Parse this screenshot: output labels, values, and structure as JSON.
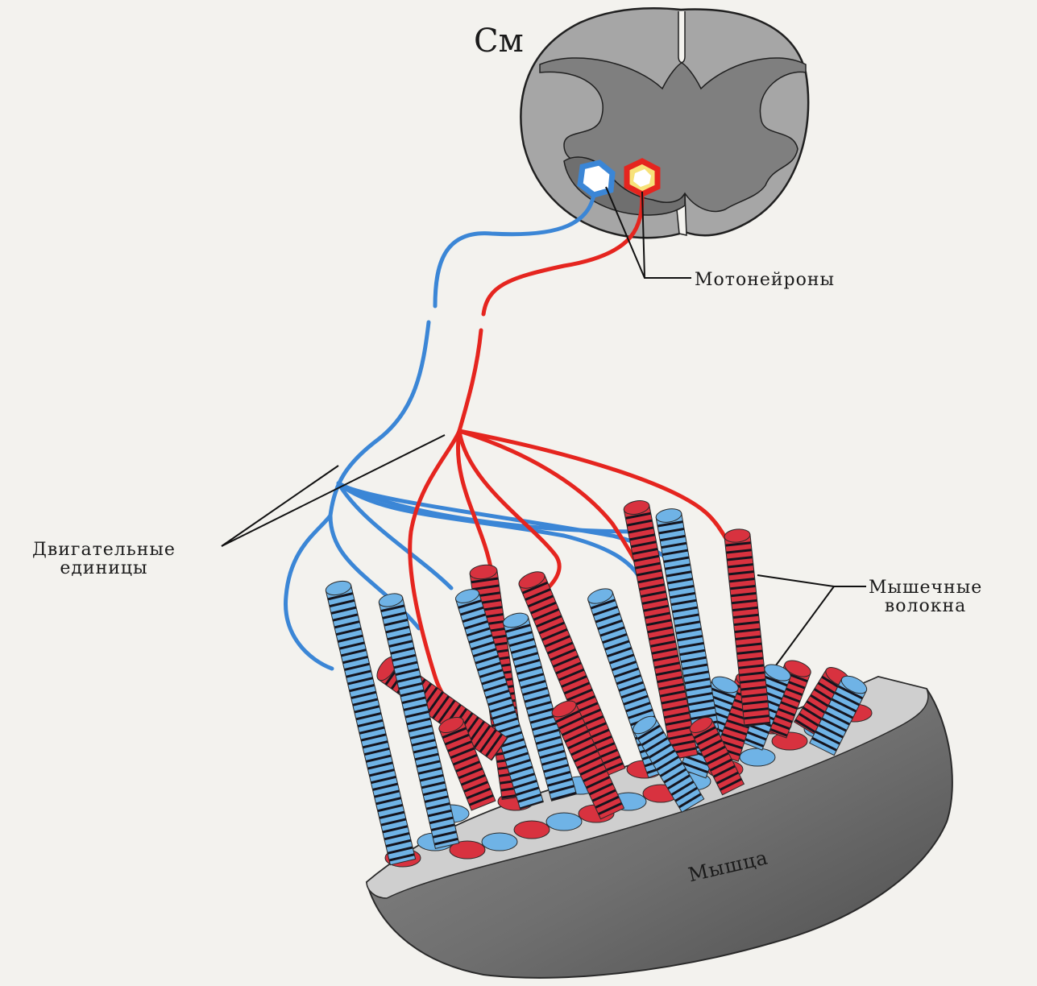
{
  "labels": {
    "spinal_cord": "См",
    "motoneurons": "Мотонейроны",
    "motor_units_line1": "Двигательные",
    "motor_units_line2": "единицы",
    "muscle_fibers_line1": "Мышечные",
    "muscle_fibers_line2": "волокна",
    "muscle": "Мышца"
  },
  "colors": {
    "background": "#f3f2ee",
    "cord_white_matter": "#a6a6a6",
    "cord_gray_matter": "#7f7f7f",
    "unit_blue": "#3b86d6",
    "unit_red": "#e5251f",
    "fiber_blue": "#6fb3e6",
    "fiber_red": "#d8323f",
    "striation": "#14141e",
    "muscle_body": "#7c7c7c"
  },
  "motor_units": [
    {
      "color": "blue",
      "icon": "motoneuron-hexagon-blue"
    },
    {
      "color": "red",
      "icon": "motoneuron-hexagon-red"
    }
  ]
}
